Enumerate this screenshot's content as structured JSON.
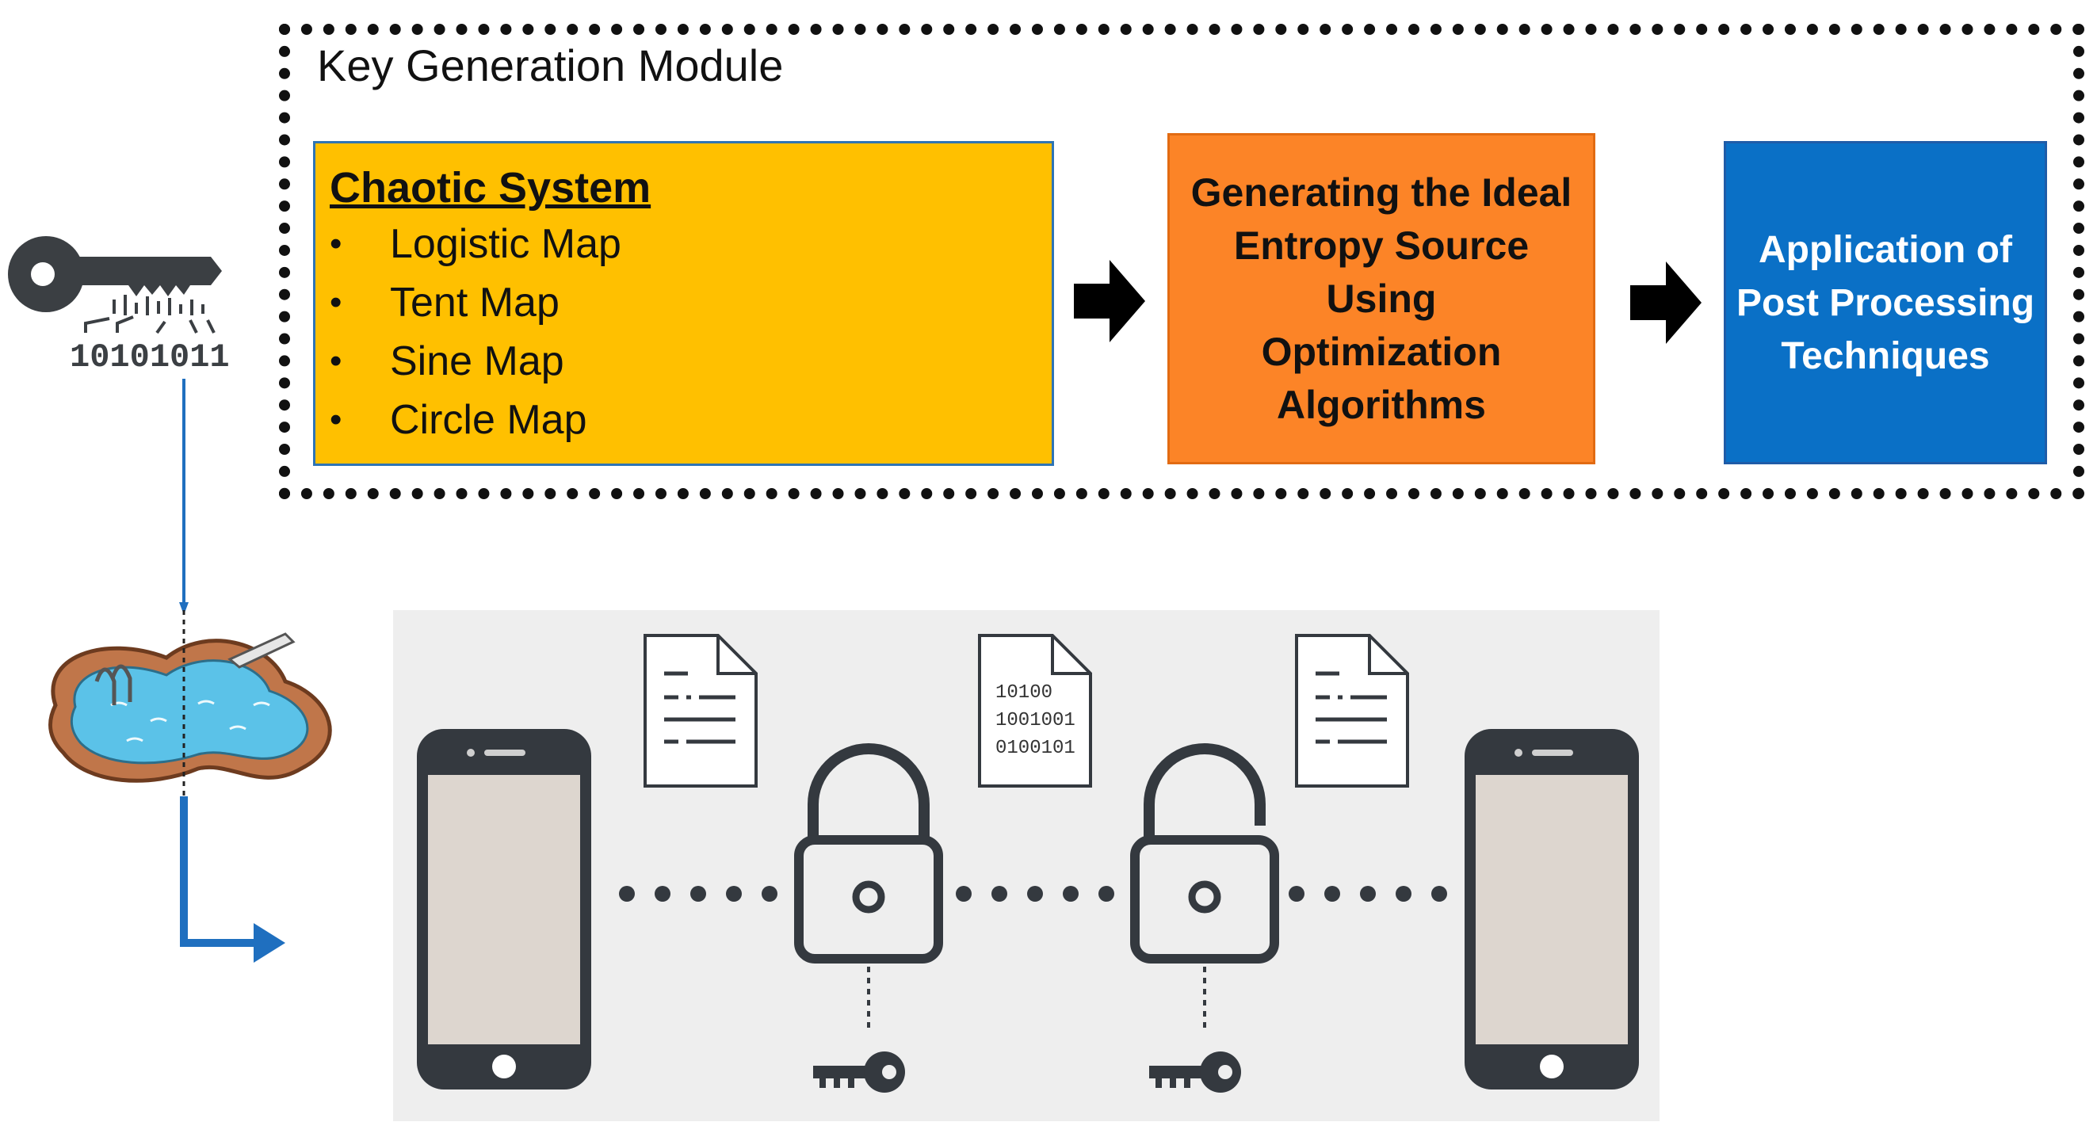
{
  "module": {
    "title": "Key Generation Module"
  },
  "chaotic_system": {
    "title": "Chaotic System",
    "bullet": "•",
    "maps": [
      "Logistic Map",
      "Tent Map",
      "Sine Map",
      "Circle Map"
    ]
  },
  "entropy_step": {
    "lines": [
      "Generating the Ideal",
      "Entropy Source Using",
      "Optimization",
      "Algorithms"
    ]
  },
  "post_processing_step": {
    "lines": [
      "Application of",
      "Post Processing",
      "Techniques"
    ]
  },
  "key_icon": {
    "bits": "10101011"
  },
  "flow": {
    "binary_document_lines": [
      "10100",
      "1001001",
      "0100101"
    ]
  },
  "colors": {
    "chaotic_fill": "#ffc000",
    "entropy_fill": "#fc8427",
    "post_fill": "#0a70c6",
    "connector_blue": "#1f6fbf",
    "icon_dark": "#34393f",
    "panel_gray": "#eeeeee"
  }
}
